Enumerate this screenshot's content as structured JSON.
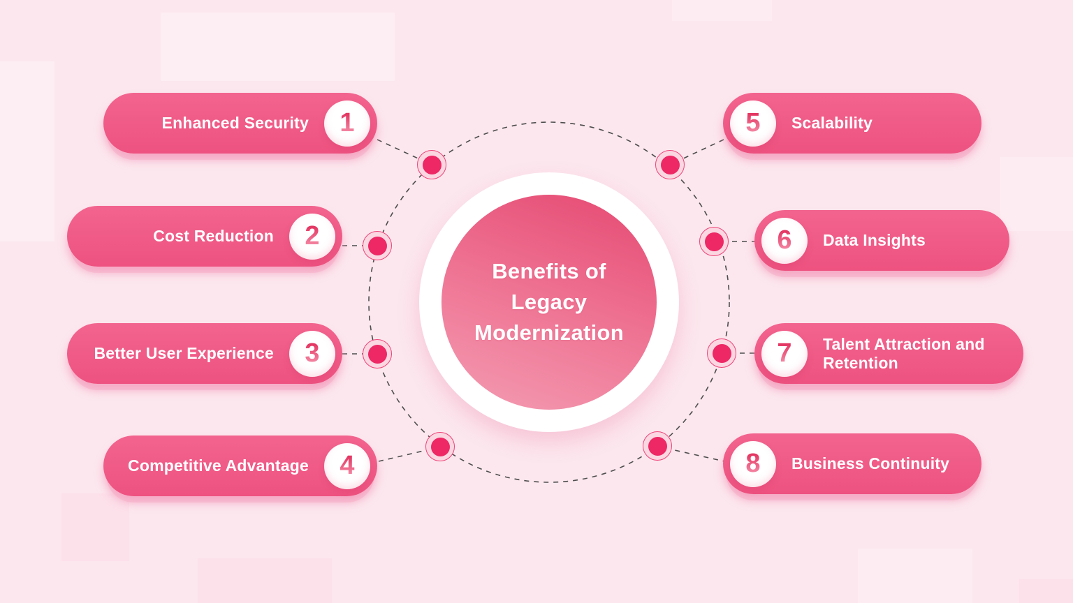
{
  "title": {
    "text": "Benefits of Legacy Modernization",
    "lines": [
      "Benefits of",
      "Legacy",
      "Modernization"
    ]
  },
  "items": [
    {
      "number": "1",
      "label": "Enhanced Security",
      "side": "left"
    },
    {
      "number": "2",
      "label": "Cost Reduction",
      "side": "left"
    },
    {
      "number": "3",
      "label": "Better User Experience",
      "side": "left"
    },
    {
      "number": "4",
      "label": "Competitive Advantage",
      "side": "left"
    },
    {
      "number": "5",
      "label": "Scalability",
      "side": "right"
    },
    {
      "number": "6",
      "label": "Data Insights",
      "side": "right"
    },
    {
      "number": "7",
      "label": "Talent Attraction and Retention",
      "side": "right"
    },
    {
      "number": "8",
      "label": "Business Continuity",
      "side": "right"
    }
  ],
  "colors": {
    "background": "#fce7ee",
    "pill_pink": "#f05785",
    "deep_pink_dot": "#ee2765",
    "number_gradient_top": "#e2315e",
    "number_gradient_bottom": "#f9a3ba",
    "center_gradient_top": "#e64d75",
    "center_gradient_bottom": "#f49cb2",
    "dash_line": "#4d4d4d",
    "text": "#ffffff"
  }
}
